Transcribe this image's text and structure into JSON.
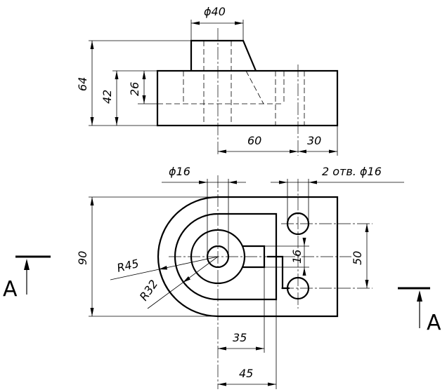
{
  "front_view": {
    "dim_diameter_top": "ϕ40",
    "dim_height_total": "64",
    "dim_height_base": "42",
    "dim_height_hole": "26",
    "dim_horizontal_60": "60",
    "dim_horizontal_30": "30"
  },
  "top_view": {
    "dim_hole_diameter": "ϕ16",
    "dim_two_holes": "2 отв. ϕ16",
    "dim_width": "90",
    "dim_radius_outer": "R45",
    "dim_radius_inner": "R32",
    "dim_slot_width": "16",
    "dim_hole_spacing": "50",
    "dim_slot_length": "35",
    "dim_pocket_length": "45"
  },
  "section_marks": {
    "left_label": "A",
    "right_label": "A"
  }
}
